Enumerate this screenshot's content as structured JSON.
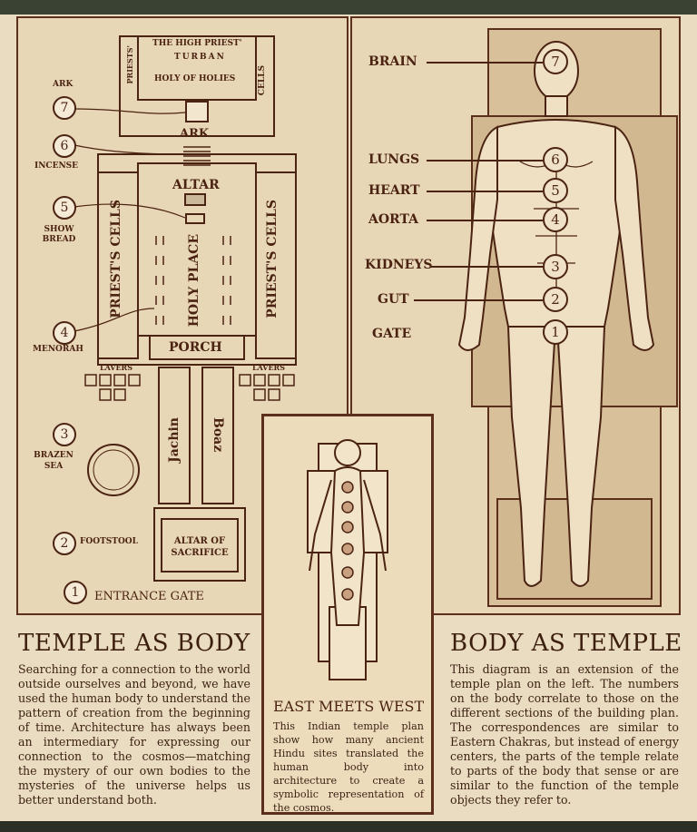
{
  "temple_plan": {
    "labels": {
      "high_priest_turban": "THE HIGH PRIEST'",
      "turban": "TURBAN",
      "holy_of_holies": "HOLY OF HOLIES",
      "priests": "PRIESTS'",
      "cells": "CELLS",
      "ark_side": "ARK",
      "ark_center": "ARK",
      "incense": "INCENSE",
      "altar": "ALTAR",
      "show_bread": "SHOW BREAD",
      "priests_cells_left": "PRIEST'S CELLS",
      "holy_place": "HOLY PLACE",
      "priests_cells_right": "PRIEST'S CELLS",
      "menorah": "MENORAH",
      "porch": "PORCH",
      "lavers_left": "LAVERS",
      "lavers_right": "LAVERS",
      "brazen_sea": "BRAZEN SEA",
      "jachin": "Jachin",
      "boaz": "Boaz",
      "footstool": "FOOTSTOOL",
      "altar_of_sacrifice": "ALTAR OF SACRIFICE",
      "entrance_gate": "ENTRANCE GATE"
    },
    "numbers": {
      "n7": "7",
      "n6": "6",
      "n5": "5",
      "n4": "4",
      "n3": "3",
      "n2": "2",
      "n1": "1"
    }
  },
  "body_diagram": {
    "labels": {
      "brain": "BRAIN",
      "lungs": "LUNGS",
      "heart": "HEART",
      "aorta": "AORTA",
      "kidneys": "KIDNEYS",
      "gut": "GUT",
      "gate": "GATE"
    },
    "numbers": {
      "n7": "7",
      "n6": "6",
      "n5": "5",
      "n4": "4",
      "n3": "3",
      "n2": "2",
      "n1": "1"
    }
  },
  "sections": {
    "temple_as_body": {
      "title": "TEMPLE AS BODY",
      "text": "Searching for a connection to the world outside ourselves and beyond, we have used the human body to understand the pattern of creation from the beginning of time. Architecture has always been an intermediary for expressing our connection to the cosmos—matching the mystery of our own bodies to the mysteries of the universe helps us better understand both."
    },
    "east_meets_west": {
      "title": "EAST MEETS WEST",
      "text": "This Indian temple plan show how many ancient Hindu sites translated the human body into architecture to create a symbolic representation of the cosmos."
    },
    "body_as_temple": {
      "title": "BODY AS TEMPLE",
      "text": "This diagram is an extension of the temple plan on the left. The numbers on the body correlate to those on the different sections of the building plan. The correspondences are similar to Eastern Chakras, but instead of energy centers, the parts of the temple relate to parts of the body that sense or are similar to the function of the temple objects they refer to."
    }
  },
  "colors": {
    "ink": "#4b2312",
    "parchment": "#e8d7b6",
    "frame": "#5b2f1b"
  }
}
